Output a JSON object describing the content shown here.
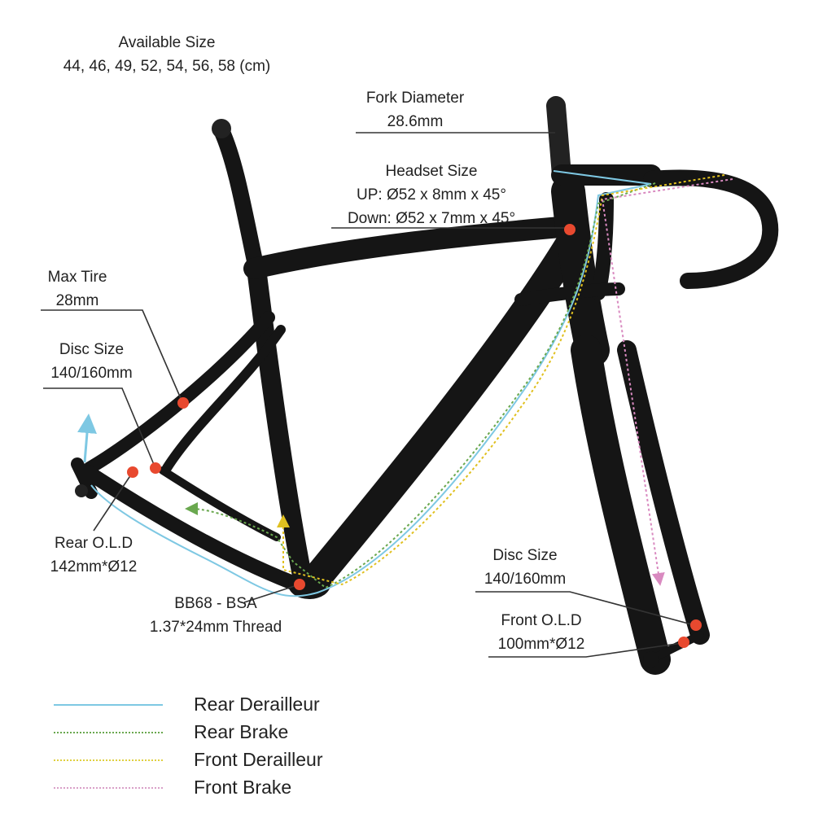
{
  "labels": {
    "available_size": {
      "title": "Available Size",
      "value": "44, 46, 49, 52, 54, 56, 58 (cm)"
    },
    "fork_diameter": {
      "title": "Fork Diameter",
      "value": "28.6mm"
    },
    "headset_size": {
      "title": "Headset Size",
      "up": "UP: Ø52 x 8mm x 45°",
      "down": "Down: Ø52 x 7mm x 45°"
    },
    "max_tire": {
      "title": "Max Tire",
      "value": "28mm"
    },
    "rear_disc_size": {
      "title": "Disc Size",
      "value": "140/160mm"
    },
    "rear_old": {
      "title": "Rear O.L.D",
      "value": "142mm*Ø12"
    },
    "bottom_bracket": {
      "title": "BB68 - BSA",
      "value": "1.37*24mm Thread"
    },
    "front_disc_size": {
      "title": "Disc Size",
      "value": "140/160mm"
    },
    "front_old": {
      "title": "Front O.L.D",
      "value": "100mm*Ø12"
    }
  },
  "legend": [
    {
      "label": "Rear Derailleur",
      "color": "#7ec8e3",
      "style": "solid"
    },
    {
      "label": "Rear Brake",
      "color": "#6aa84f",
      "style": "dotted"
    },
    {
      "label": "Front Derailleur",
      "color": "#e0d040",
      "style": "dotted"
    },
    {
      "label": "Front Brake",
      "color": "#d9a0c8",
      "style": "dotted"
    }
  ],
  "colors": {
    "frame": "#151515",
    "marker": "#e8492f",
    "leader": "#333333",
    "arrow_blue": "#7ec8e3",
    "arrow_green": "#6aa84f",
    "arrow_yellow": "#e0c020",
    "arrow_pink": "#d98ac0"
  }
}
